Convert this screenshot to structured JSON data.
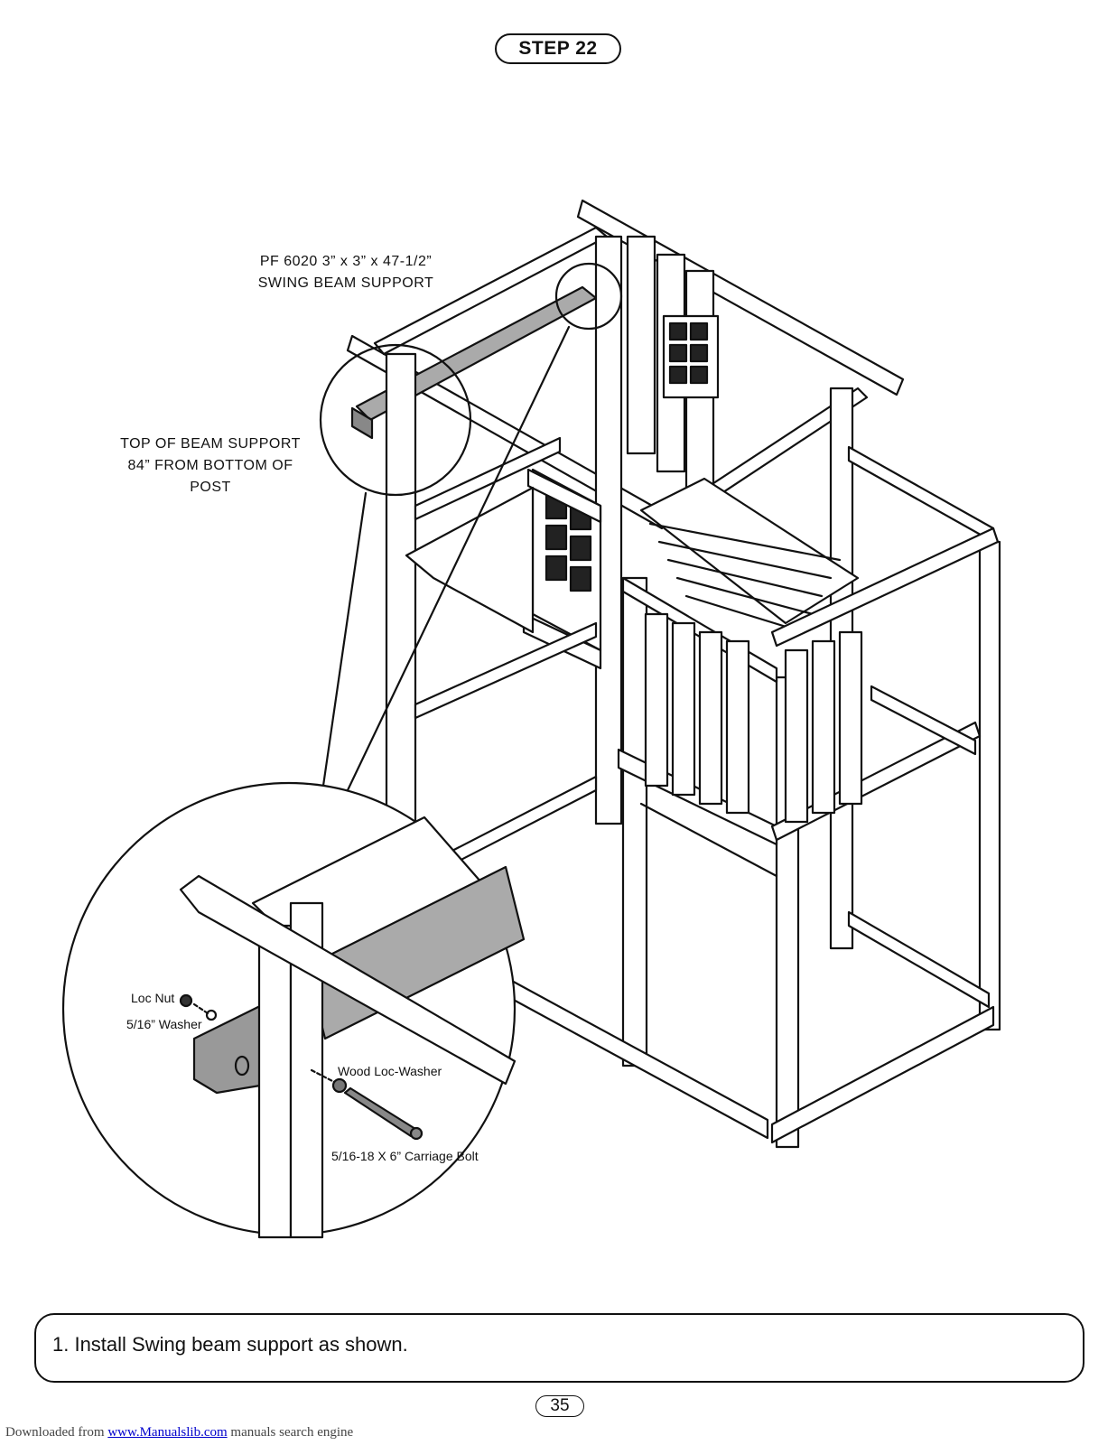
{
  "step": {
    "label": "STEP 22"
  },
  "callouts": {
    "part": {
      "line1": "PF 6020 3” x 3” x 47-1/2”",
      "line2": "SWING BEAM SUPPORT"
    },
    "top_of_beam": {
      "line1": "TOP OF BEAM SUPPORT",
      "line2": "84” FROM BOTTOM OF",
      "line3": "POST"
    }
  },
  "hardware": {
    "loc_nut": "Loc Nut",
    "washer": "5/16” Washer",
    "wood_loc_washer": "Wood Loc-Washer",
    "carriage_bolt": "5/16-18 X 6” Carriage Bolt"
  },
  "instructions": {
    "step1": "1.  Install Swing beam support as shown."
  },
  "page_number": "35",
  "footer": {
    "prefix": "Downloaded from ",
    "link": "www.Manualslib.com",
    "suffix": "  manuals search engine"
  }
}
